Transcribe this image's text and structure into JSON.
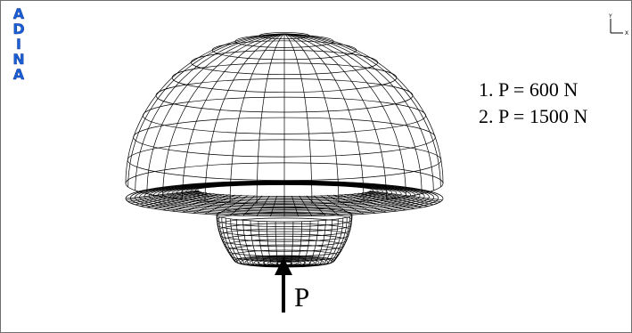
{
  "logo": {
    "letters": [
      "A",
      "D",
      "I",
      "N",
      "A"
    ],
    "color": "#1a5fd6"
  },
  "axes": {
    "y_label": "Y",
    "x_label": "X"
  },
  "load_cases": [
    {
      "label": "1. P = 600 N"
    },
    {
      "label": "2. P = 1500 N"
    }
  ],
  "force": {
    "label": "P"
  },
  "colors": {
    "mesh": "#000000",
    "background": "#ffffff",
    "border": "#6e6e6e"
  }
}
